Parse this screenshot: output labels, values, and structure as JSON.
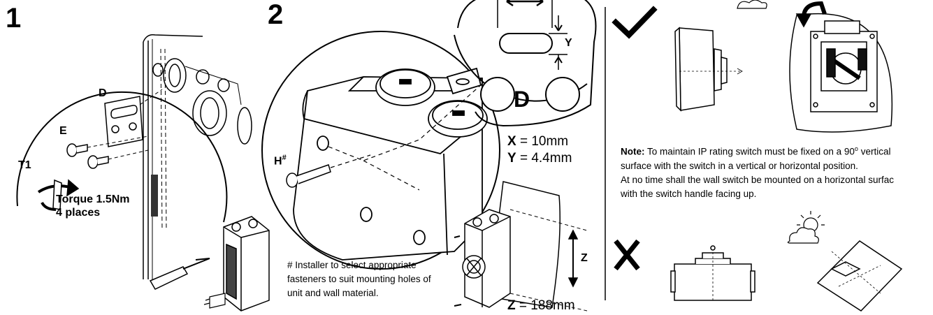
{
  "steps": {
    "step1": "1",
    "step2": "2"
  },
  "step1_labels": {
    "d": "D",
    "e": "E",
    "t1": "T1",
    "torque_line1": "Torque 1.5Nm",
    "torque_line2": "4 places"
  },
  "step2_labels": {
    "h": "H",
    "h_sup": "#",
    "detail_d": "D",
    "detail_y": "Y",
    "z_axis": "Z",
    "x_key": "X",
    "x_val": " = 10mm",
    "y_key": "Y",
    "y_val": " = 4.4mm",
    "z_key": "Z",
    "z_val": " = 188mm",
    "installer_note": "# Installer to select appropriate fasteners to suit mounting holes of unit and wall material."
  },
  "note": {
    "bold": "Note:",
    "line1_a": " To maintain IP rating switch must be fixed on a 90",
    "line1_sup": "o",
    "line1_b": " vertical",
    "line2": "surface with the switch in a vertical or horizontal position.",
    "line3": "At no time shall the wall switch be mounted on a horizontal surfac",
    "line4": "with the switch handle facing up."
  },
  "icons": {
    "correct": "checkmark-icon",
    "incorrect": "cross-icon",
    "weather": "sun-cloud-icon",
    "rotate": "rotate-arrow-icon"
  }
}
